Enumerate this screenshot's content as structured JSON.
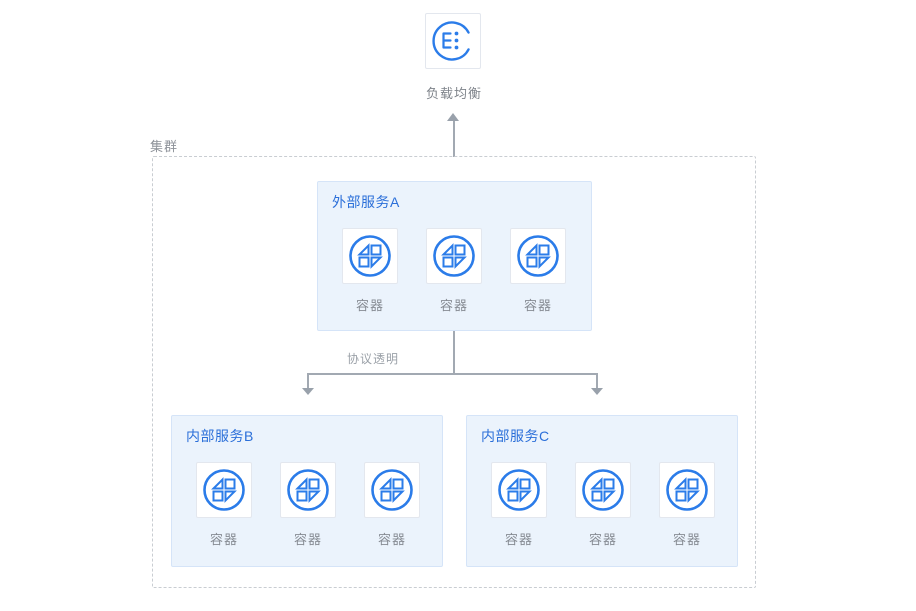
{
  "load_balancer": {
    "label": "负载均衡",
    "icon": "load-balancer-icon"
  },
  "cluster": {
    "label": "集群"
  },
  "flow": {
    "edge_label": "协议透明"
  },
  "services": [
    {
      "id": "external-a",
      "title": "外部服务A",
      "containers": [
        "容器",
        "容器",
        "容器"
      ]
    },
    {
      "id": "internal-b",
      "title": "内部服务B",
      "containers": [
        "容器",
        "容器",
        "容器"
      ]
    },
    {
      "id": "internal-c",
      "title": "内部服务C",
      "containers": [
        "容器",
        "容器",
        "容器"
      ]
    }
  ],
  "colors": {
    "accent_blue": "#2b7ce9",
    "title_blue": "#2b6fd9",
    "service_box_bg": "#ebf3fc",
    "service_box_border": "#d5e4f8",
    "tile_border": "#e3e7ee",
    "label_gray": "#868b93",
    "cluster_dash_border": "#c9cdd2",
    "connector_gray": "#a2a9b2"
  }
}
